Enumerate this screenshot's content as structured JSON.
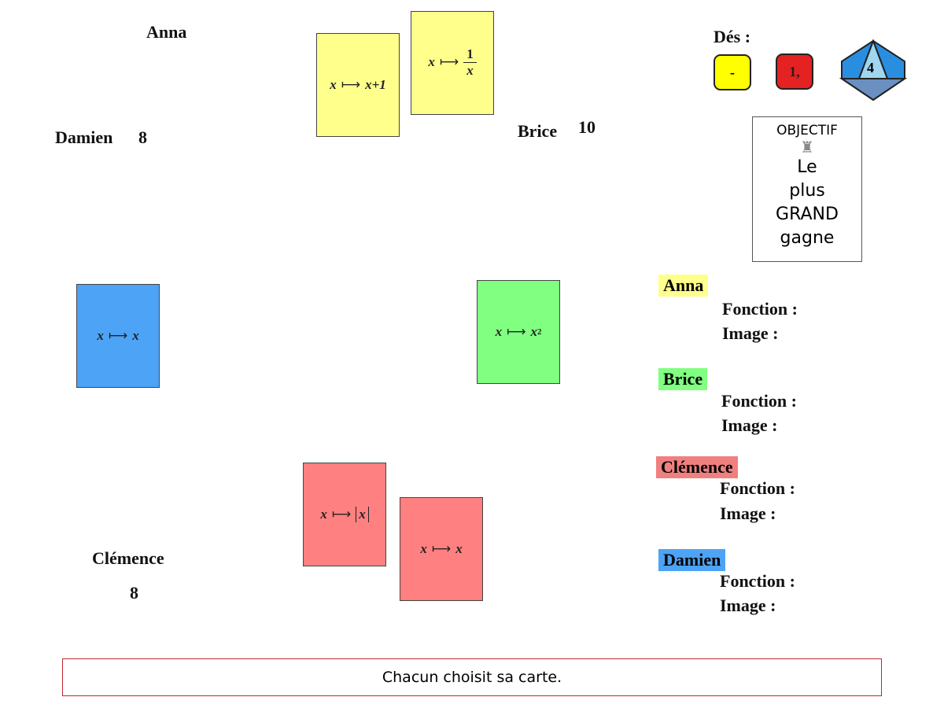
{
  "players": {
    "anna": {
      "name": "Anna",
      "score": null
    },
    "brice": {
      "name": "Brice",
      "score": "10"
    },
    "damien": {
      "name": "Damien",
      "score": "8"
    },
    "clemence": {
      "name": "Clémence",
      "score": "8"
    }
  },
  "cards": {
    "anna_1": {
      "var": "x",
      "arrow": "⟼",
      "expr": "x+1"
    },
    "anna_2": {
      "var": "x",
      "arrow": "⟼",
      "num": "1",
      "den": "x"
    },
    "damien_1": {
      "var": "x",
      "arrow": "⟼",
      "expr": "x"
    },
    "brice_1": {
      "var": "x",
      "arrow": "⟼",
      "base": "x",
      "exp": "2"
    },
    "clemence_1": {
      "var": "x",
      "arrow": "⟼",
      "expr": "x"
    },
    "clemence_2": {
      "var": "x",
      "arrow": "⟼",
      "expr": "x"
    }
  },
  "dice": {
    "label": "Dés :",
    "yellow": "-",
    "red": "1,",
    "d10": "4"
  },
  "objective": {
    "title": "OBJECTIF",
    "line1": "Le",
    "line2": "plus",
    "line3": "GRAND",
    "line4": "gagne"
  },
  "panel": {
    "fonction_label": "Fonction :",
    "image_label": "Image :",
    "anna": "Anna",
    "brice": "Brice",
    "clemence": "Clémence",
    "damien": "Damien"
  },
  "colors": {
    "anna": "#ffff8c",
    "brice": "#80ff80",
    "clemence": "#ff8080",
    "damien": "#4da3f5"
  },
  "message": "Chacun choisit sa carte."
}
